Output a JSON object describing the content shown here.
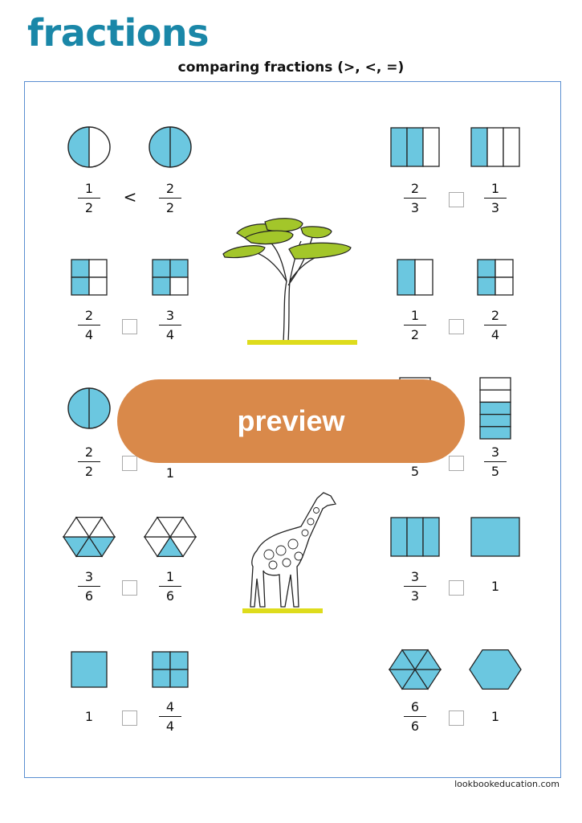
{
  "header": {
    "title": "fractions",
    "subtitle": "comparing fractions (>, <, =)"
  },
  "colors": {
    "title": "#1a87a8",
    "fill": "#6bc7e0",
    "border": "#5b8fd1",
    "overlay": "#d9894a",
    "grass": "#dedc1c",
    "leaves": "#a3c62a"
  },
  "overlay": {
    "label": "preview"
  },
  "footer": {
    "text": "lookbookeducation.com"
  },
  "exercises": [
    {
      "left": {
        "shape": "circle2",
        "filled": 1,
        "num": "1",
        "den": "2"
      },
      "answer": "<",
      "right": {
        "shape": "circle2",
        "filled": 2,
        "num": "2",
        "den": "2"
      }
    },
    {
      "left": {
        "shape": "bars3",
        "filled": 2,
        "num": "2",
        "den": "3"
      },
      "answer": "",
      "right": {
        "shape": "bars3",
        "filled": 1,
        "num": "1",
        "den": "3"
      }
    },
    {
      "left": {
        "shape": "grid4",
        "filled": 2,
        "num": "2",
        "den": "4"
      },
      "answer": "",
      "right": {
        "shape": "grid4",
        "filled": 3,
        "num": "3",
        "den": "4"
      }
    },
    {
      "left": {
        "shape": "bars2",
        "filled": 1,
        "num": "1",
        "den": "2"
      },
      "answer": "",
      "right": {
        "shape": "grid4",
        "filled": 2,
        "num": "2",
        "den": "4"
      }
    },
    {
      "left": {
        "shape": "circle2",
        "filled": 2,
        "num": "2",
        "den": "2"
      },
      "answer": "",
      "right": {
        "shape": "hidden",
        "whole": "1"
      }
    },
    {
      "left": {
        "shape": "stack5",
        "filled": 0,
        "den": "5"
      },
      "answer": "",
      "right": {
        "shape": "stack5",
        "filled": 3,
        "num": "3",
        "den": "5"
      }
    },
    {
      "left": {
        "shape": "hex6",
        "filled": 3,
        "num": "3",
        "den": "6"
      },
      "answer": "",
      "right": {
        "shape": "hex6",
        "filled": 1,
        "num": "1",
        "den": "6"
      }
    },
    {
      "left": {
        "shape": "bars3",
        "filled": 3,
        "num": "3",
        "den": "3"
      },
      "answer": "",
      "right": {
        "shape": "rectfull",
        "whole": "1"
      }
    },
    {
      "left": {
        "shape": "squarefull",
        "whole": "1"
      },
      "answer": "",
      "right": {
        "shape": "grid4",
        "filled": 4,
        "num": "4",
        "den": "4"
      }
    },
    {
      "left": {
        "shape": "hex6",
        "filled": 6,
        "num": "6",
        "den": "6"
      },
      "answer": "",
      "right": {
        "shape": "hexfull",
        "whole": "1"
      }
    }
  ]
}
